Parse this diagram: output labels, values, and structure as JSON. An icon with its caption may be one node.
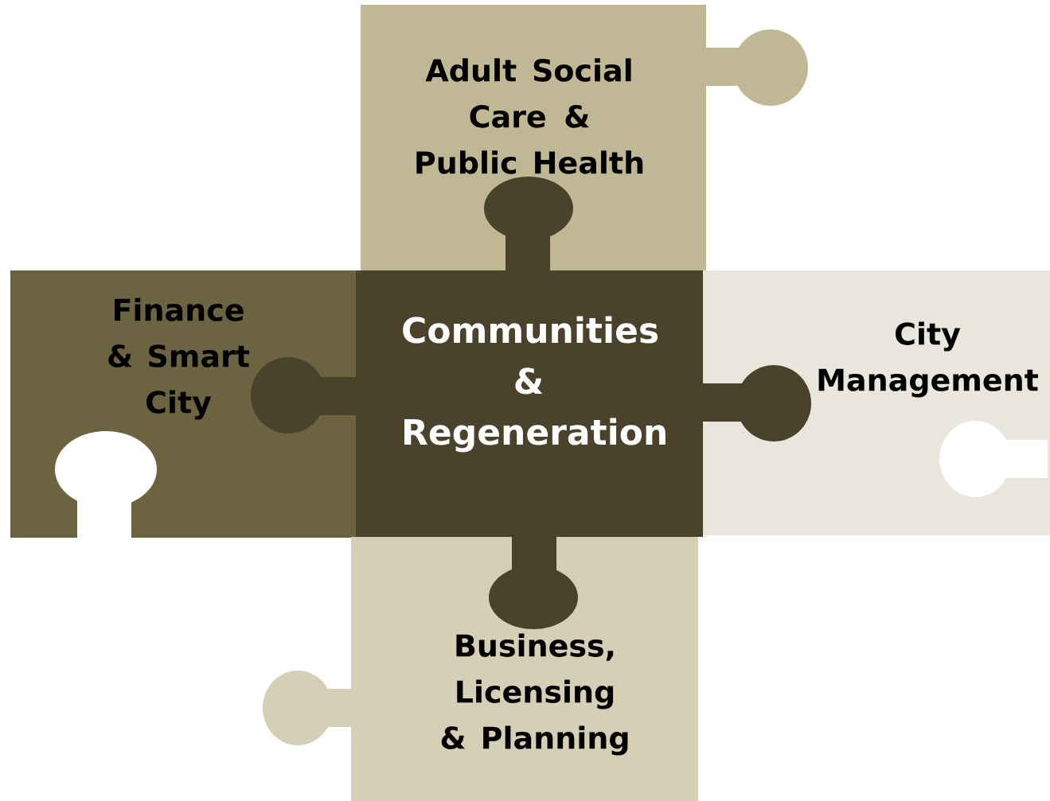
{
  "diagram": {
    "nodes": [
      {
        "text": [
          "Adult Social Care & Public Health"
        ]
      },
      {
        "text": [
          "Finance & Smart City"
        ]
      },
      {
        "text": [
          "City Management"
        ]
      },
      {
        "text": [
          "Business, Licensing & Planning"
        ]
      },
      {
        "text": [
          "Communities & Regeneration"
        ]
      }
    ]
  }
}
